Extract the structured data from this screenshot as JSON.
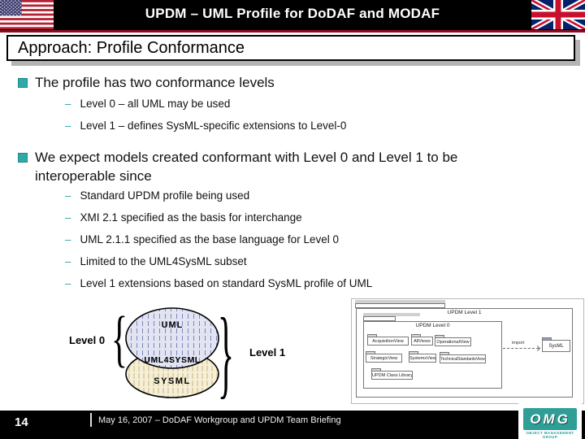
{
  "header": {
    "title": "UPDM – UML Profile for DoDAF and MODAF"
  },
  "title_bar": {
    "text": "Approach: Profile Conformance"
  },
  "content": {
    "dash_marker": "–",
    "bullet1": "The profile has two conformance levels",
    "bullet1_subs": [
      "Level 0 – all UML may be used",
      "Level 1 – defines SysML-specific extensions to Level-0"
    ],
    "bullet2": "We expect models created conformant with Level 0 and Level 1 to be interoperable since",
    "bullet2_subs": [
      "Standard UPDM profile being used",
      "XMI 2.1 specified as the basis for interchange",
      "UML 2.1.1 specified as the base language for Level 0",
      "Limited to the UML4SysML subset",
      "Level 1 extensions based on standard SysML profile of UML"
    ]
  },
  "venn": {
    "level0_label": "Level 0",
    "level1_label": "Level 1",
    "top_ellipse_label": "UML",
    "overlap_label": "UML4SYSML",
    "bottom_ellipse_label": "SYSML"
  },
  "diagram": {
    "outer_label": "UPDM Level 1",
    "inner_label": "UPDM Level 0",
    "packages": [
      "AcquisitionView",
      "AllViews",
      "OperationalView",
      "StrategicView",
      "SystemsView",
      "TechnicalStandardsView",
      "UPDM Class Library"
    ],
    "import_label": "import",
    "external_package": "SysML"
  },
  "footer": {
    "page_number": "14",
    "caption": "May 16, 2007 – DoDAF Workgroup and UPDM Team Briefing",
    "omg_text": "OMG",
    "omg_subtext": "OBJECT MANAGEMENT GROUP"
  },
  "colors": {
    "accent_teal": "#2FA8A8",
    "header_rule_red": "#8E0C23",
    "venn_top_fill": "#E3E4F2",
    "venn_top_line": "#7D86C0",
    "venn_bottom_fill": "#F6EFD7",
    "venn_bottom_line": "#C9B77B",
    "omg_teal": "#2E9E96"
  }
}
